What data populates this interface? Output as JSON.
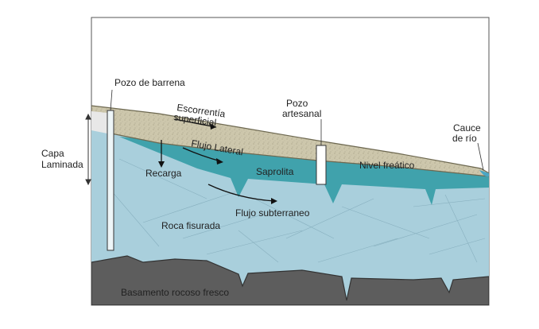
{
  "labels": {
    "borehole": "Pozo de barrena",
    "runoff_1": "Escorrentía",
    "runoff_2": "superficial",
    "artesian_1": "Pozo",
    "artesian_2": "artesanal",
    "river_1": "Cauce",
    "river_2": "de río",
    "layer_1": "Capa",
    "layer_2": "Laminada",
    "lateral_flow": "Flujo Lateral",
    "recharge": "Recarga",
    "saprolite": "Saprolita",
    "water_table": "Nivel freático",
    "subsurface_flow": "Flujo subterraneo",
    "fractured_rock": "Roca fisurada",
    "bedrock": "Basamento rocoso fresco"
  },
  "colors": {
    "soil": "#c9c3a8",
    "saprolite": "#2e9aa3",
    "fractured_rock": "#a9cfdc",
    "bedrock": "#5d5d5d",
    "river": "#4aa6c4",
    "frame": "#555555"
  }
}
